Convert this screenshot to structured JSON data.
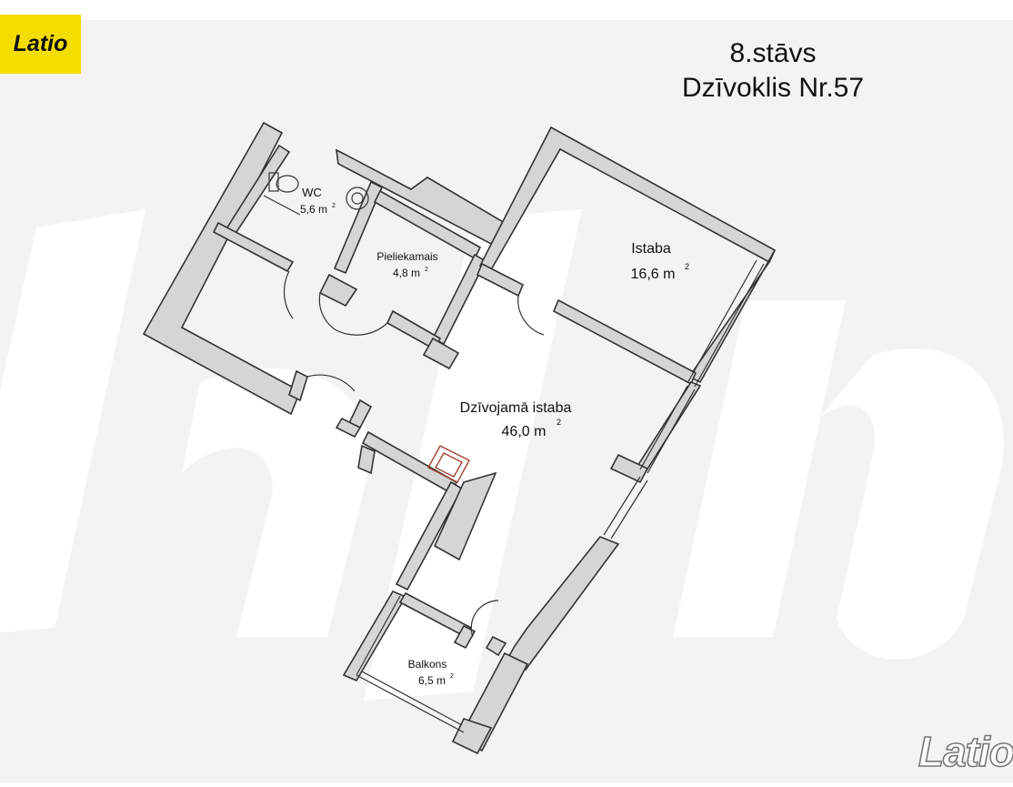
{
  "brand": {
    "name": "Latio",
    "color": "#f4dd00"
  },
  "heading": {
    "floor": "8.stāvs",
    "apartment": "Dzīvoklis Nr.57"
  },
  "rooms": [
    {
      "id": "wc",
      "name": "WC",
      "area": "5,6 m",
      "unit_sup": "2"
    },
    {
      "id": "pieliekamais",
      "name": "Pieliekamais",
      "area": "4,8 m",
      "unit_sup": "2"
    },
    {
      "id": "istaba",
      "name": "Istaba",
      "area": "16,6 m",
      "unit_sup": "2"
    },
    {
      "id": "dzivojama",
      "name": "Dzīvojamā istaba",
      "area": "46,0 m",
      "unit_sup": "2"
    },
    {
      "id": "balkons",
      "name": "Balkons",
      "area": "6,5 m",
      "unit_sup": "2"
    }
  ],
  "colors": {
    "wall": "#d5d5d5",
    "wall_stroke": "#333333",
    "background": "#f3f3f3",
    "watermark": "#ffffff"
  }
}
